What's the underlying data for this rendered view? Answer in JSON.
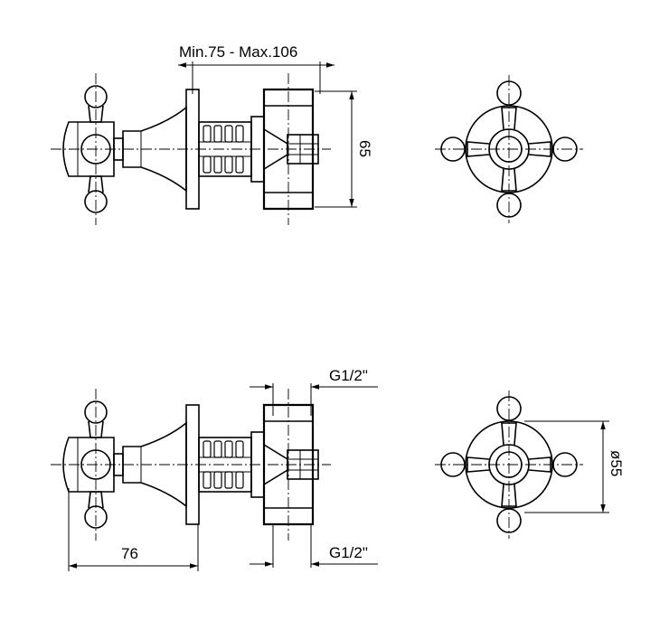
{
  "dimensions": {
    "top_width": "Min.75 - Max.106",
    "height": "65",
    "bottom_length": "76",
    "thread_top": "G1/2\"",
    "thread_bottom": "G1/2\"",
    "diameter": "ø55"
  },
  "colors": {
    "line": "#000000",
    "background": "#ffffff"
  }
}
